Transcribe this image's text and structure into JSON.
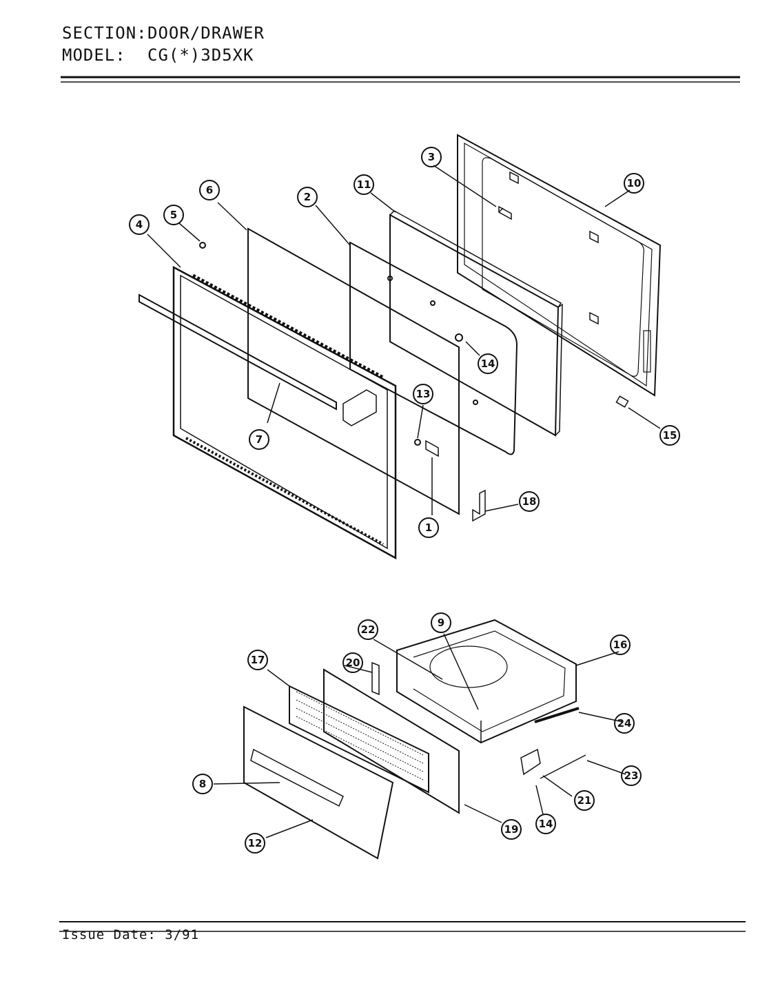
{
  "header": {
    "section_label": "SECTION:",
    "section_value": "DOOR/DRAWER",
    "model_label": "MODEL:",
    "model_value": "CG(*)3D5XK"
  },
  "footer": {
    "issue_date": "Issue Date: 3/91"
  },
  "callouts": [
    "1",
    "2",
    "3",
    "4",
    "5",
    "6",
    "7",
    "8",
    "9",
    "10",
    "11",
    "12",
    "13",
    "14",
    "15",
    "16",
    "17",
    "18",
    "19",
    "20",
    "21",
    "22",
    "23",
    "24"
  ],
  "callouts_second_14": "14"
}
